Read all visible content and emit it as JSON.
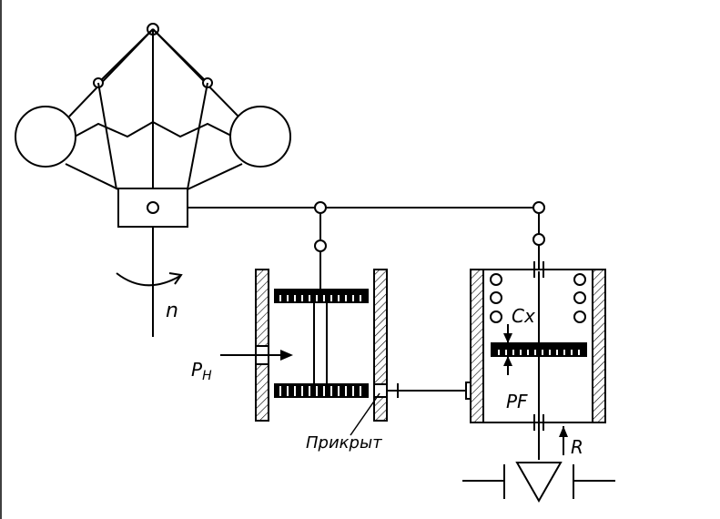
{
  "labels": {
    "speed": "n",
    "pressure_inlet": "PH",
    "pressure_inlet_sub": "H",
    "spring": "Cx",
    "force_pf": "PF",
    "pressure_cover": "Прикрыт",
    "reaction": "R"
  },
  "colors": {
    "line": "#000000",
    "background": "#ffffff"
  }
}
